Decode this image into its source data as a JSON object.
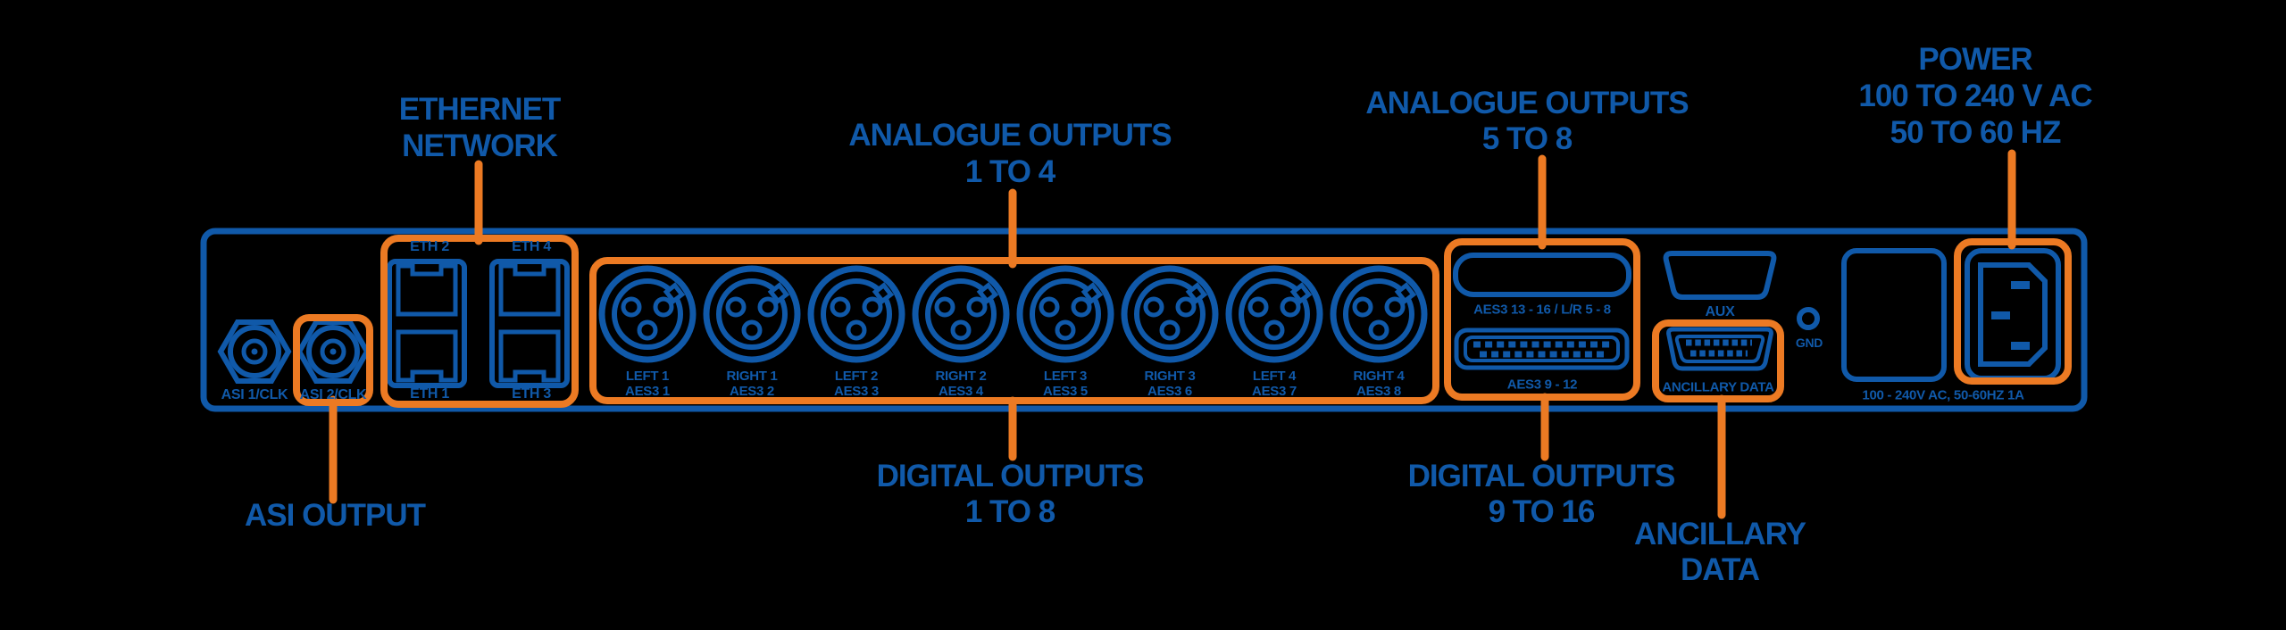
{
  "colors": {
    "blue": "#1059A9",
    "orange": "#EC7A23",
    "background": "#000000"
  },
  "callouts": {
    "ethernet": {
      "lines": [
        "ETHERNET",
        "NETWORK"
      ]
    },
    "analogue_1_4": {
      "lines": [
        "ANALOGUE OUTPUTS",
        "1 TO 4"
      ]
    },
    "analogue_5_8": {
      "lines": [
        "ANALOGUE OUTPUTS",
        "5 TO 8"
      ]
    },
    "power": {
      "lines": [
        "POWER",
        "100 TO 240 V AC",
        "50 TO 60 HZ"
      ]
    },
    "asi_output": {
      "lines": [
        "ASI OUTPUT"
      ]
    },
    "digital_1_8": {
      "lines": [
        "DIGITAL OUTPUTS",
        "1 TO 8"
      ]
    },
    "digital_9_16": {
      "lines": [
        "DIGITAL OUTPUTS",
        "9 TO 16"
      ]
    },
    "ancillary": {
      "lines": [
        "ANCILLARY",
        "DATA"
      ]
    }
  },
  "panel": {
    "asi_ports": [
      {
        "label": "ASI 1/CLK"
      },
      {
        "label": "ASI 2/CLK"
      }
    ],
    "eth_ports": {
      "top_left": "ETH 2",
      "top_right": "ETH 4",
      "bottom_left": "ETH 1",
      "bottom_right": "ETH 3"
    },
    "xlr_ports": [
      {
        "line1": "LEFT 1",
        "line2": "AES3 1"
      },
      {
        "line1": "RIGHT 1",
        "line2": "AES3 2"
      },
      {
        "line1": "LEFT 2",
        "line2": "AES3 3"
      },
      {
        "line1": "RIGHT 2",
        "line2": "AES3 4"
      },
      {
        "line1": "LEFT 3",
        "line2": "AES3 5"
      },
      {
        "line1": "RIGHT 3",
        "line2": "AES3 6"
      },
      {
        "line1": "LEFT 4",
        "line2": "AES3 7"
      },
      {
        "line1": "RIGHT 4",
        "line2": "AES3 8"
      }
    ],
    "digital_db_top": {
      "label": "AES3 13 - 16 / L/R 5 - 8"
    },
    "digital_db_bottom": {
      "label": "AES3 9 - 12"
    },
    "aux": {
      "label": "AUX"
    },
    "ancillary_port": {
      "label": "ANCILLARY DATA"
    },
    "gnd": {
      "label": "GND"
    },
    "power_rating": {
      "label": "100 - 240V AC, 50-60HZ 1A"
    }
  }
}
